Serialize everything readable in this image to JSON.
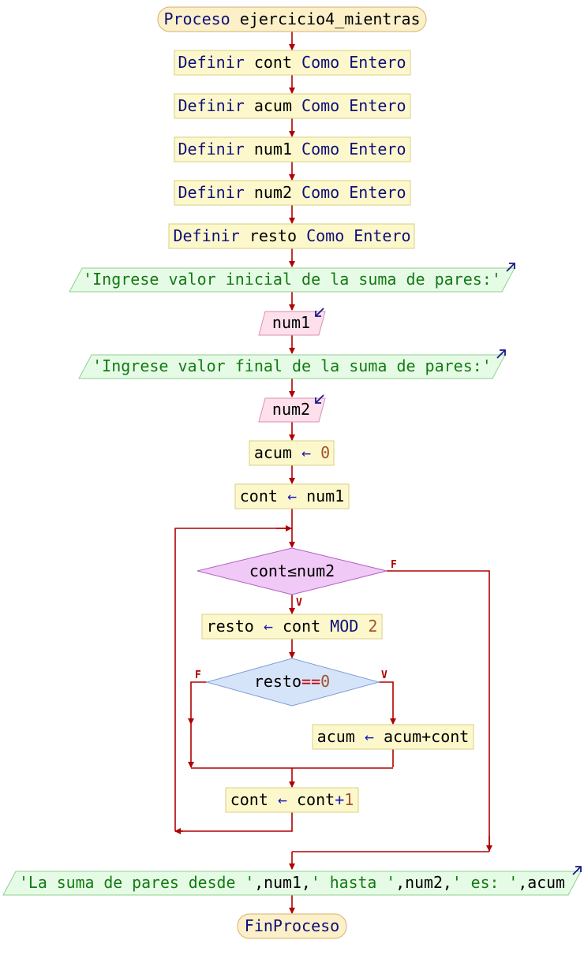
{
  "diagram": {
    "start": {
      "keyword": "Proceso",
      "name": "ejercicio4_mientras"
    },
    "definitions": [
      {
        "kw1": "Definir",
        "var": "cont",
        "kw2": "Como Entero"
      },
      {
        "kw1": "Definir",
        "var": "acum",
        "kw2": "Como Entero"
      },
      {
        "kw1": "Definir",
        "var": "num1",
        "kw2": "Como Entero"
      },
      {
        "kw1": "Definir",
        "var": "num2",
        "kw2": "Como Entero"
      },
      {
        "kw1": "Definir",
        "var": "resto",
        "kw2": "Como Entero"
      }
    ],
    "output1": "'Ingrese valor inicial de la suma de pares:'",
    "input1": "num1",
    "output2": "'Ingrese valor final de la suma de pares:'",
    "input2": "num2",
    "assign_acum": {
      "var": "acum",
      "arrow": "←",
      "value": "0"
    },
    "assign_cont": {
      "var": "cont",
      "arrow": "←",
      "value": "num1"
    },
    "while_cond": "cont≤num2",
    "while_false_label": "F",
    "while_true_label": "V",
    "assign_resto": {
      "var": "resto",
      "arrow": "←",
      "expr": "cont",
      "op": "MOD",
      "num": "2"
    },
    "if_cond": {
      "var": "resto",
      "op": "==",
      "num": "0"
    },
    "if_false_label": "F",
    "if_true_label": "V",
    "assign_acum2": {
      "var": "acum",
      "arrow": "←",
      "expr": "acum+cont"
    },
    "assign_cont2": {
      "var": "cont",
      "arrow": "←",
      "expr": "cont",
      "op": "+",
      "num": "1"
    },
    "output3": {
      "s1": "'La suma de pares desde '",
      "c1": ",",
      "v1": "num1",
      "c2": ",",
      "s2": "' hasta '",
      "c3": ",",
      "v2": "num2",
      "c4": ",",
      "s3": "' es: '",
      "c5": ",",
      "v3": "acum"
    },
    "end": "FinProceso"
  }
}
